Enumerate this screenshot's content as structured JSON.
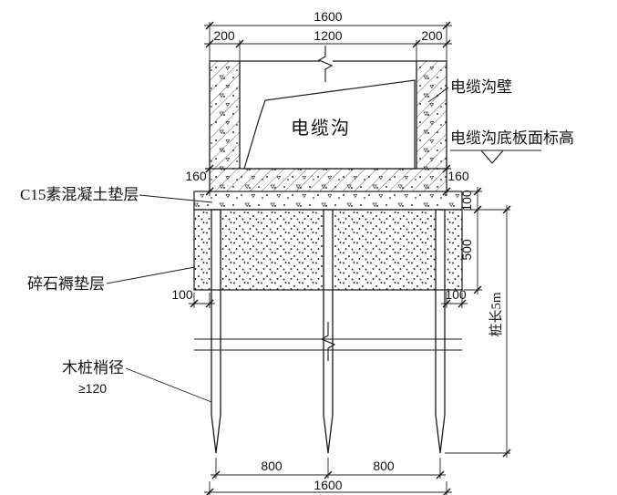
{
  "labels": {
    "cable_trench": "电缆沟",
    "cable_trench_wall": "电缆沟壁",
    "trench_floor_elevation": "电缆沟底板面标高",
    "concrete_cushion": "C15素混凝土垫层",
    "gravel_cushion": "碎石褥垫层",
    "pile_tip_diameter": "木桩梢径",
    "pile_tip_diameter_value": "≥120",
    "pile_length": "桩长5m"
  },
  "dimensions": {
    "top_total": "1600",
    "top_left": "200",
    "top_middle": "1200",
    "top_right": "200",
    "slab_left": "160",
    "slab_right": "160",
    "cushion_thickness": "100",
    "gravel_thickness": "500",
    "overhang_left": "100",
    "overhang_right": "100",
    "pile_spacing_left": "800",
    "pile_spacing_right": "800",
    "bottom_total": "1600"
  }
}
